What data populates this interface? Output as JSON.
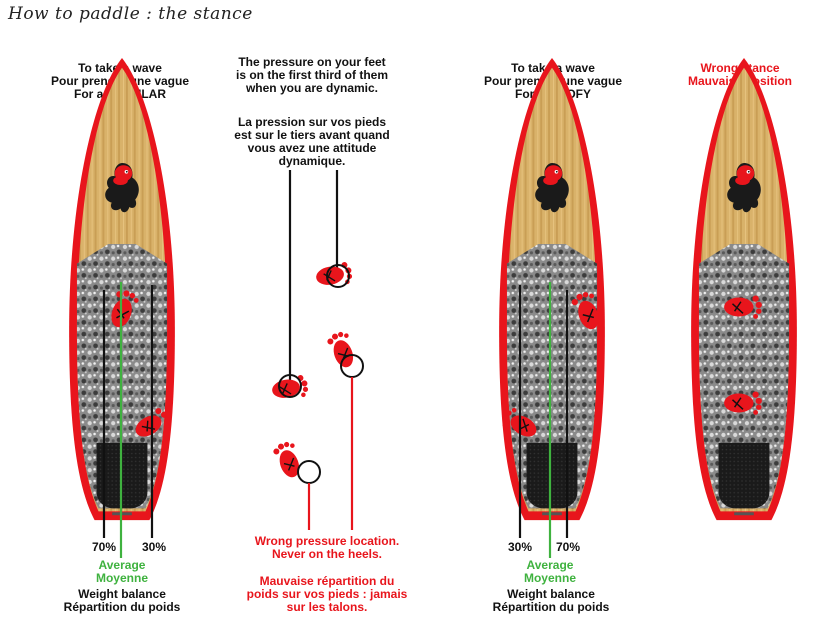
{
  "title": "How to paddle : the stance",
  "regular": {
    "heading": [
      "To take a wave",
      "Pour prendre une vague",
      "For a REGULAR"
    ],
    "left_pct": "70%",
    "right_pct": "30%"
  },
  "pressure": {
    "en": [
      "The pressure on your feet",
      "is on the first third of them",
      "when you are dynamic."
    ],
    "fr": [
      "La pression sur vos pieds",
      "est sur le tiers avant quand",
      "vous avez une attitude",
      "dynamique."
    ]
  },
  "goofy": {
    "heading": [
      "To take a wave",
      "Pour prendre une vague",
      "For a GOOFY"
    ],
    "left_pct": "30%",
    "right_pct": "70%"
  },
  "wrong_stance": {
    "heading": [
      "Wrong stance",
      "Mauvaise position"
    ]
  },
  "average": [
    "Average",
    "Moyenne"
  ],
  "weight": [
    "Weight balance",
    "Répartition du poids"
  ],
  "wrong_pressure": {
    "en": [
      "Wrong pressure location.",
      "Never on the heels."
    ],
    "fr": [
      "Mauvaise répartition du",
      "poids sur vos pieds : jamais",
      "sur les talons."
    ]
  },
  "colors": {
    "rail": "#e8151c",
    "wood": "#d9b26a",
    "pad": "#8a8a8a",
    "tail": "#1a1a1a",
    "line_green": "#3fb23f",
    "text_red": "#e8151c"
  },
  "icons": [
    "flame-octopus-logo-icon",
    "footprint-icon"
  ]
}
